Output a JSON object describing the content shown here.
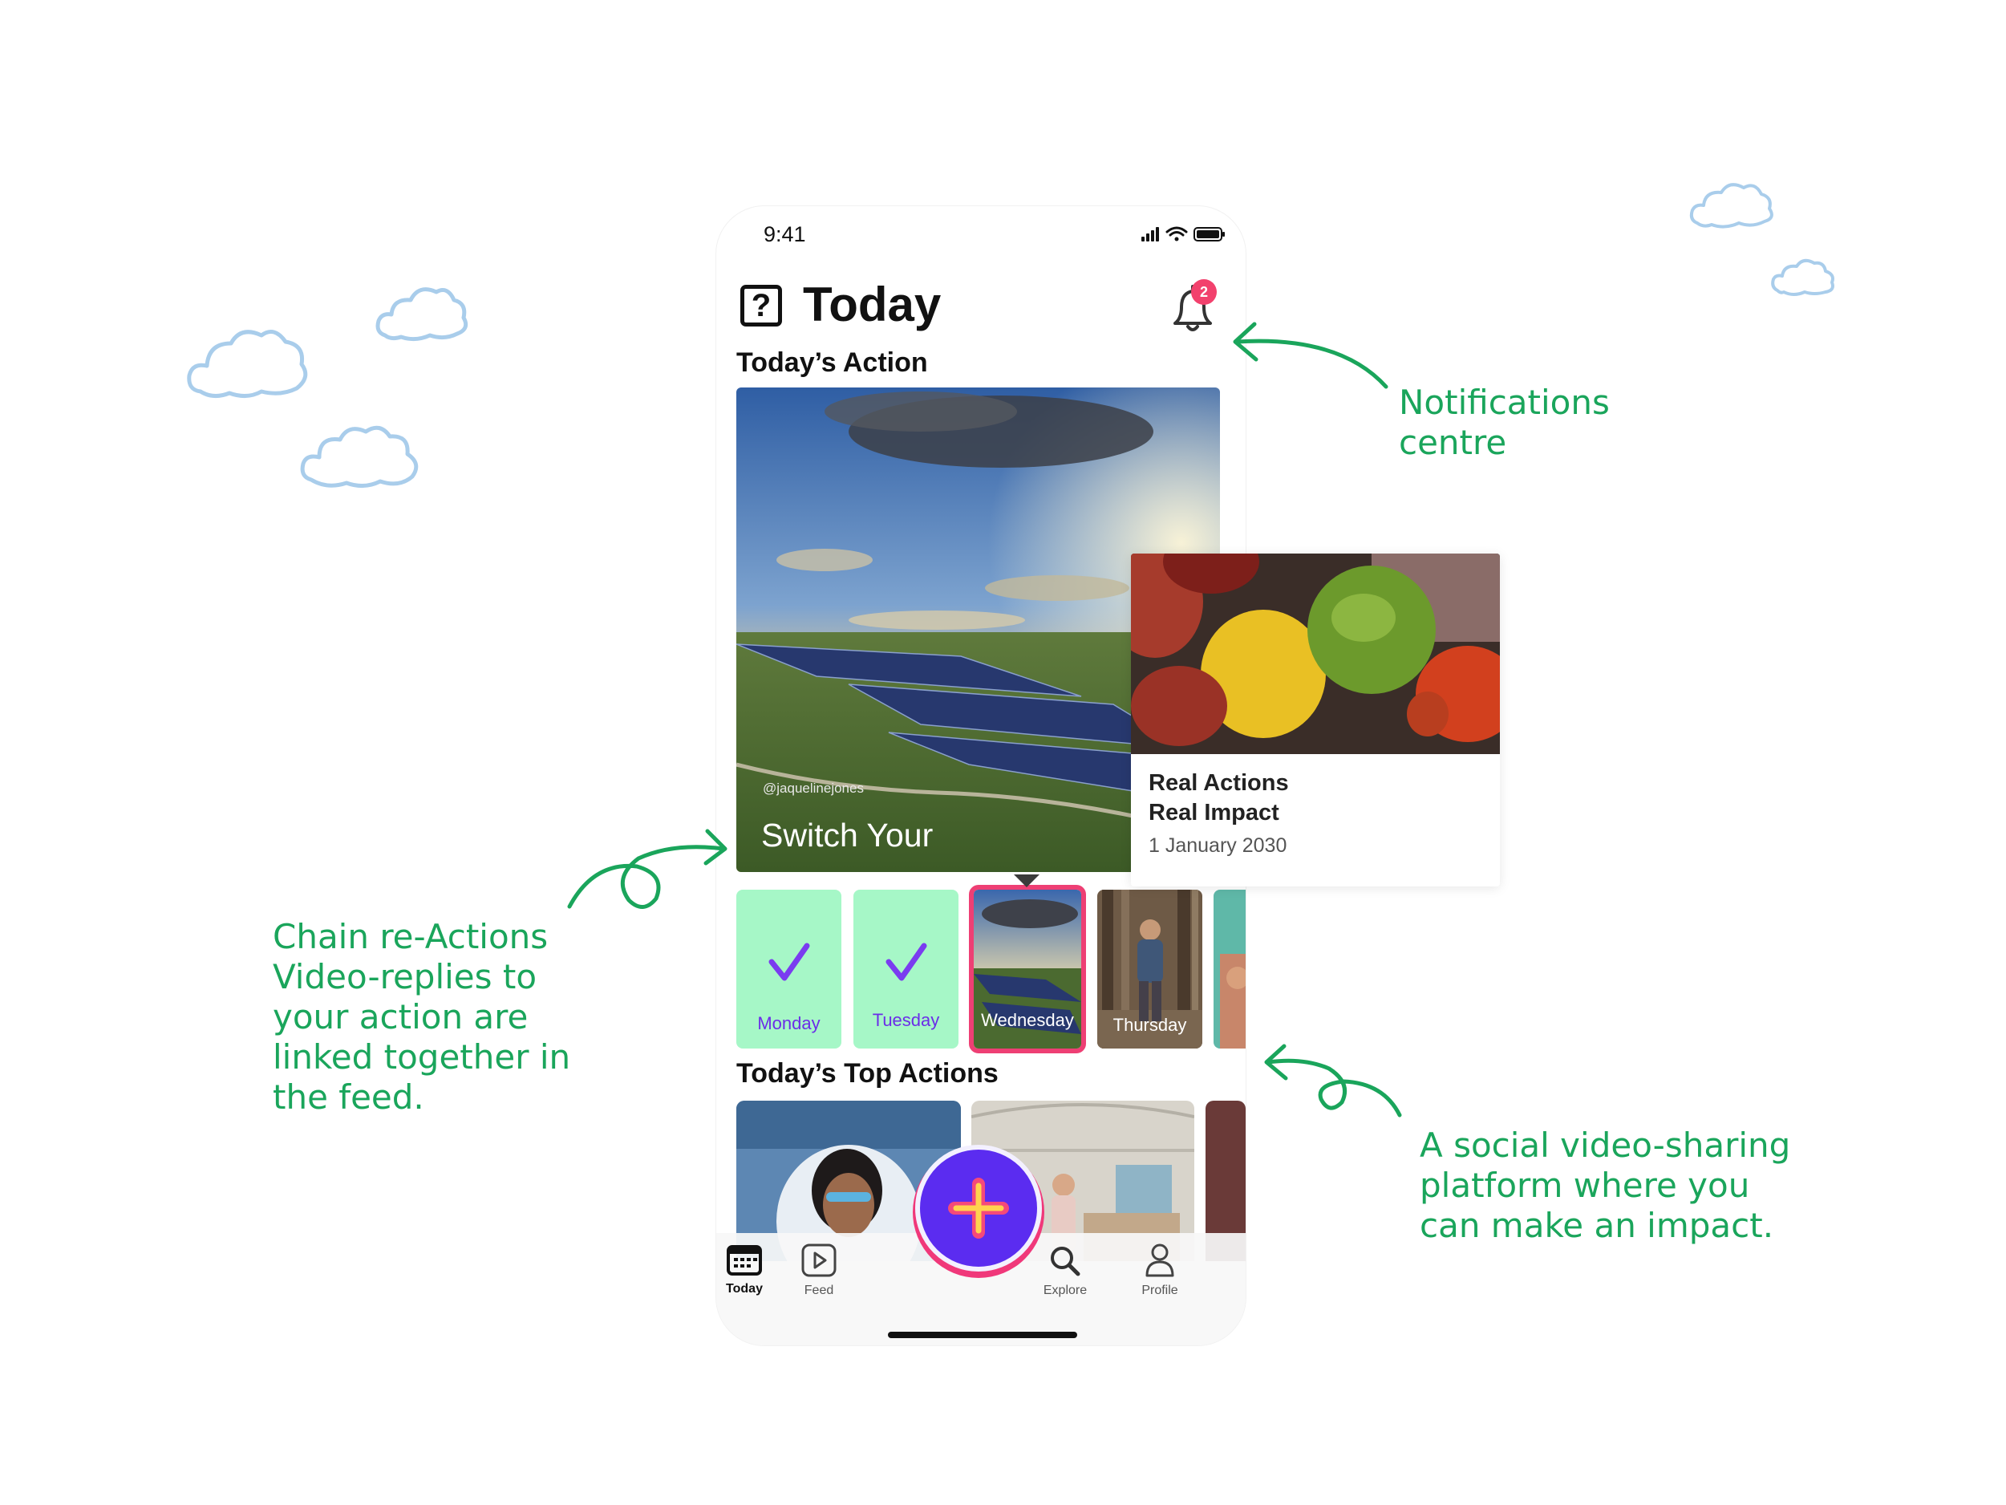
{
  "colors": {
    "annotation_green": "#1aa55b",
    "cloud_blue": "#a9cdeb",
    "day_done_bg": "#a6f7c7",
    "check_purple": "#7a3cf0",
    "fab_purple": "#5b2cf0",
    "fab_ring_pink": "#f0387a",
    "badge_pink": "#f2416d"
  },
  "status_bar": {
    "time": "9:41",
    "icons": [
      "signal-icon",
      "wifi-icon",
      "battery-icon"
    ]
  },
  "header": {
    "logo_glyph": "?",
    "title": "Today",
    "notifications": {
      "icon": "bell-icon",
      "badge_count": "2"
    }
  },
  "todays_action": {
    "section_title": "Today’s Action",
    "hero": {
      "image": "solar-panels-field-photo",
      "author": "@jaquelinejones",
      "caption": "Switch Your"
    }
  },
  "popup": {
    "image": "fruit-still-life-photo",
    "title_line1": "Real Actions",
    "title_line2": "Real Impact",
    "date": "1 January 2030"
  },
  "days": [
    {
      "label": "Monday",
      "state": "done",
      "icon": "check-icon"
    },
    {
      "label": "Tuesday",
      "state": "done",
      "icon": "check-icon"
    },
    {
      "label": "Wednesday",
      "state": "selected",
      "image": "solar-panels-thumbnail"
    },
    {
      "label": "Thursday",
      "state": "thumbnail",
      "image": "man-in-forest-thumbnail"
    },
    {
      "label": "",
      "state": "thumbnail",
      "image": "partial-thumbnail"
    }
  ],
  "top_actions": {
    "section_title": "Today’s Top Actions",
    "cards": [
      {
        "image": "woman-with-sunglasses-photo"
      },
      {
        "image": "greenhouse-women-photo"
      },
      {
        "image": "partial-photo"
      }
    ]
  },
  "tab_bar": {
    "tabs": [
      {
        "label": "Today",
        "icon": "calendar-icon",
        "active": true
      },
      {
        "label": "Feed",
        "icon": "play-icon",
        "active": false
      },
      {
        "label": "Explore",
        "icon": "search-icon",
        "active": false
      },
      {
        "label": "Profile",
        "icon": "user-icon",
        "active": false
      }
    ],
    "fab_icon": "plus-icon"
  },
  "annotations": {
    "notifications": "Notifications\ncentre",
    "chain": "Chain re-Actions\nVideo-replies to\nyour action are\nlinked together in\nthe feed.",
    "platform": "A social video-sharing\nplatform where you\ncan make an impact."
  }
}
